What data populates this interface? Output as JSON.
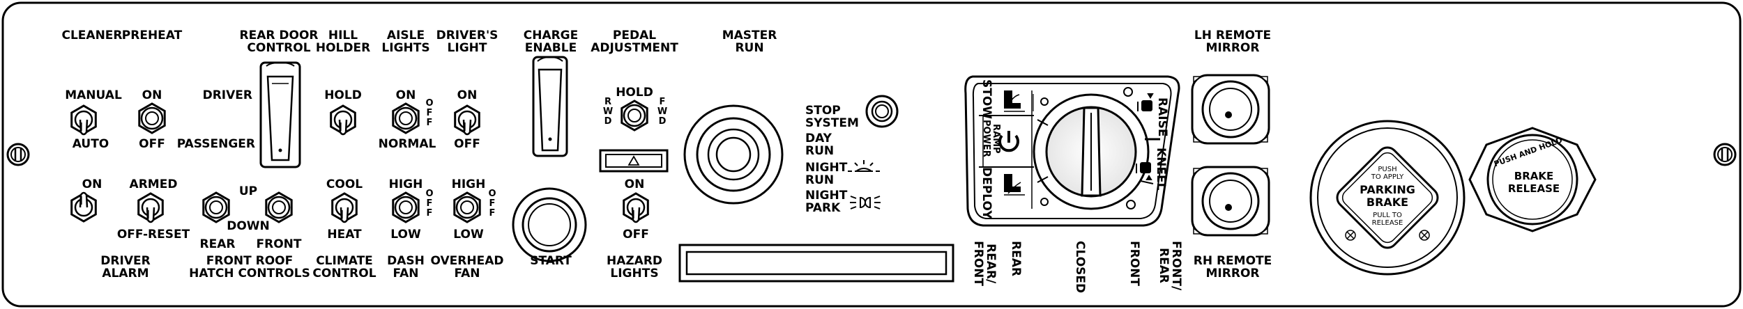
{
  "colors": {
    "line": "#000000",
    "fill": "#ffffff",
    "shade": "#d9d9d9"
  },
  "icons": [
    "screw-icon",
    "toggle-switch-icon",
    "push-button-icon",
    "rocker-switch-icon",
    "rotary-knob-icon",
    "power-icon",
    "mirror-joystick-icon",
    "headlight-icon",
    "parking-light-icon",
    "hazard-triangle-icon"
  ],
  "labels": {
    "cleaner": "CLEANER",
    "preheat": "PREHEAT",
    "rear_door_control": "REAR DOOR\nCONTROL",
    "hill_holder": "HILL\nHOLDER",
    "aisle_lights": "AISLE\nLIGHTS",
    "drivers_light": "DRIVER'S\nLIGHT",
    "charge_enable": "CHARGE\nENABLE",
    "pedal_adjustment": "PEDAL\nADJUSTMENT",
    "master_run": "MASTER\nRUN",
    "lh_remote_mirror": "LH REMOTE\nMIRROR",
    "manual": "MANUAL",
    "auto": "AUTO",
    "preheat_on": "ON",
    "preheat_off": "OFF",
    "driver": "DRIVER",
    "passenger": "PASSENGER",
    "hold": "HOLD",
    "aisle_on": "ON",
    "aisle_off": "O\nF\nF",
    "normal": "NORMAL",
    "dl_on": "ON",
    "dl_off": "OFF",
    "pedal_hold": "HOLD",
    "rwd": "R\nW\nD",
    "fwd": "F\nW\nD",
    "stop_system": "STOP\nSYSTEM",
    "day_run": "DAY\nRUN",
    "night_run": "NIGHT\nRUN",
    "night_park": "NIGHT\nPARK",
    "alarm_on": "ON",
    "armed": "ARMED",
    "off_reset": "OFF-RESET",
    "up": "UP",
    "down": "DOWN",
    "rear": "REAR",
    "front": "FRONT",
    "cool": "COOL",
    "heat": "HEAT",
    "dash_high": "HIGH",
    "dash_low": "LOW",
    "dash_off": "O\nF\nF",
    "oh_high": "HIGH",
    "oh_low": "LOW",
    "oh_off": "O\nF\nF",
    "hazard_on": "ON",
    "hazard_off": "OFF",
    "driver_alarm": "DRIVER\nALARM",
    "front_roof_hatch": "FRONT ROOF\nHATCH CONTROLS",
    "climate_control": "CLIMATE\nCONTROL",
    "dash_fan": "DASH\nFAN",
    "overhead_fan": "OVERHEAD\nFAN",
    "start": "START",
    "hazard_lights": "HAZARD\nLIGHTS",
    "rh_remote_mirror": "RH REMOTE\nMIRROR",
    "stow": "STOW",
    "ramp_power": "RAMP\nPOWER",
    "deploy": "DEPLOY",
    "raise": "RAISE",
    "kneel": "KNEEL",
    "rear_front": "REAR/\nFRONT",
    "kn_rear": "REAR",
    "closed": "CLOSED",
    "kn_front": "FRONT",
    "front_rear": "FRONT/\nREAR",
    "push_to_apply": "PUSH\nTO APPLY",
    "parking_brake": "PARKING\nBRAKE",
    "pull_to_release": "PULL TO\nRELEASE",
    "push_and_hold": "PUSH AND HOLD",
    "brake_release": "BRAKE\nRELEASE"
  }
}
